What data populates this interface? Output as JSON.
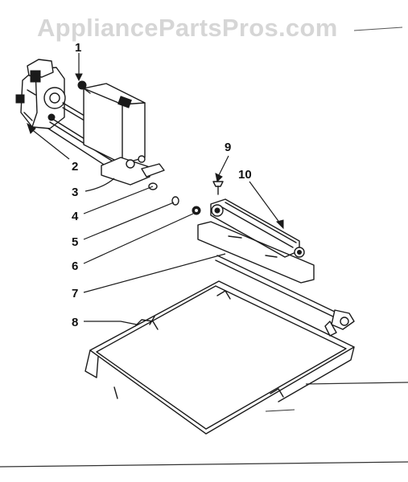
{
  "watermark": "AppliancePartsPros.com",
  "callouts": [
    {
      "id": 1,
      "label": "1"
    },
    {
      "id": 2,
      "label": "2"
    },
    {
      "id": 3,
      "label": "3"
    },
    {
      "id": 4,
      "label": "4"
    },
    {
      "id": 5,
      "label": "5"
    },
    {
      "id": 6,
      "label": "6"
    },
    {
      "id": 7,
      "label": "7"
    },
    {
      "id": 8,
      "label": "8"
    },
    {
      "id": 9,
      "label": "9"
    },
    {
      "id": 10,
      "label": "10"
    }
  ]
}
